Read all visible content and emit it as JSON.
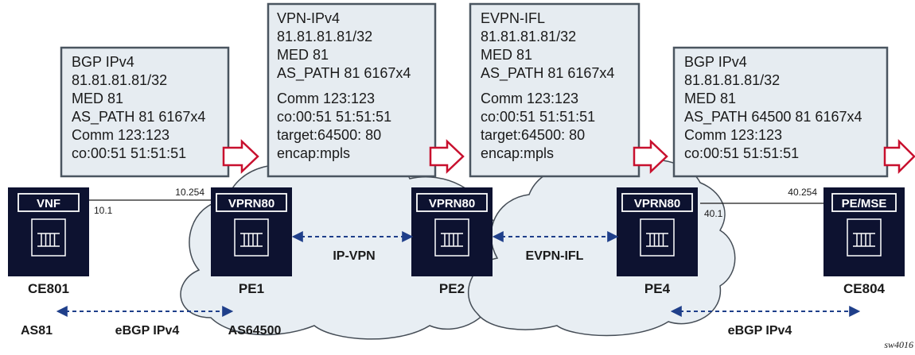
{
  "colors": {
    "cloud_fill": "#e8eef3",
    "cloud_stroke": "#444c55",
    "box_fill": "#e6ecf1",
    "box_stroke": "#4a5560",
    "node_fill": "#0d1230",
    "arrow_stroke": "#c8102e",
    "dashed_link": "#1f3f8a"
  },
  "boxes": [
    {
      "lines": [
        "BGP IPv4",
        "81.81.81.81/32",
        "MED 81",
        "AS_PATH 81 6167x4",
        "Comm 123:123",
        "co:00:51 51:51:51"
      ]
    },
    {
      "lines": [
        "VPN-IPv4",
        "81.81.81.81/32",
        "MED 81",
        "AS_PATH 81 6167x4",
        "Comm 123:123",
        "co:00:51 51:51:51",
        "target:64500: 80",
        "encap:mpls"
      ]
    },
    {
      "lines": [
        "EVPN-IFL",
        "81.81.81.81/32",
        "MED 81",
        "AS_PATH 81 6167x4",
        "Comm 123:123",
        "co:00:51 51:51:51",
        "target:64500: 80",
        "encap:mpls"
      ]
    },
    {
      "lines": [
        "BGP IPv4",
        "81.81.81.81/32",
        "MED 81",
        "AS_PATH 64500 81 6167x4",
        "Comm 123:123",
        "co:00:51 51:51:51"
      ]
    }
  ],
  "nodes": [
    {
      "tag": "VNF",
      "name": "CE801",
      "icon": "router-icon"
    },
    {
      "tag": "VPRN80",
      "name": "PE1",
      "icon": "router-icon"
    },
    {
      "tag": "VPRN80",
      "name": "PE2",
      "icon": "router-icon"
    },
    {
      "tag": "VPRN80",
      "name": "PE4",
      "icon": "router-icon"
    },
    {
      "tag": "PE/MSE",
      "name": "CE804",
      "icon": "router-icon"
    }
  ],
  "links": {
    "ce801_pe1": {
      "left_ip": "10.1",
      "right_ip": "10.254"
    },
    "pe4_ce804": {
      "left_ip": "40.1",
      "right_ip": "40.254"
    }
  },
  "sessions": {
    "ip_vpn": "IP-VPN",
    "evpn_ifl": "EVPN-IFL",
    "ebgp_left": "eBGP IPv4",
    "ebgp_right": "eBGP IPv4"
  },
  "as_labels": {
    "as81": "AS81",
    "as64500": "AS64500"
  },
  "figure_id": "sw4016"
}
